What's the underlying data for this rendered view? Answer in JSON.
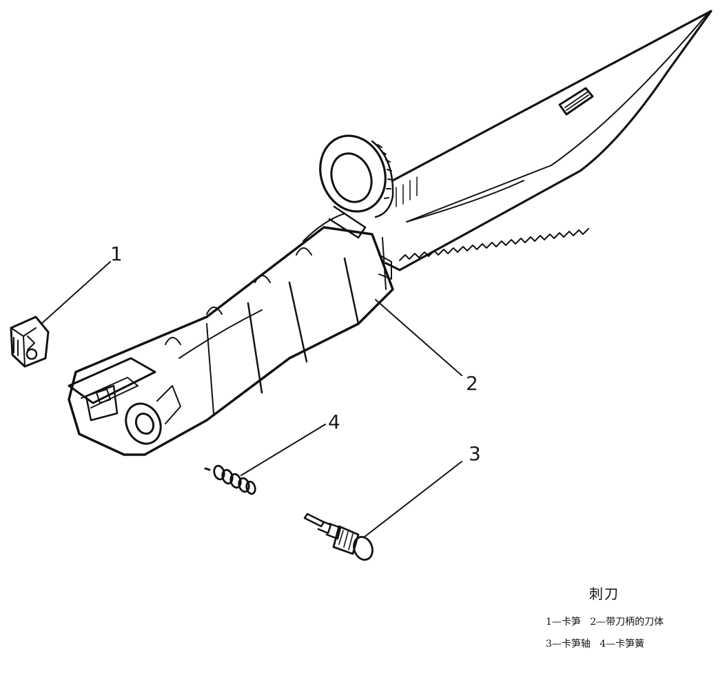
{
  "caption": {
    "title": "刺刀",
    "legend_line_1": "1—卡笋   2—带刀柄的刀体",
    "legend_line_2": "3—卡笋轴   4—卡笋簧"
  },
  "callouts": [
    "1",
    "2",
    "3",
    "4"
  ]
}
